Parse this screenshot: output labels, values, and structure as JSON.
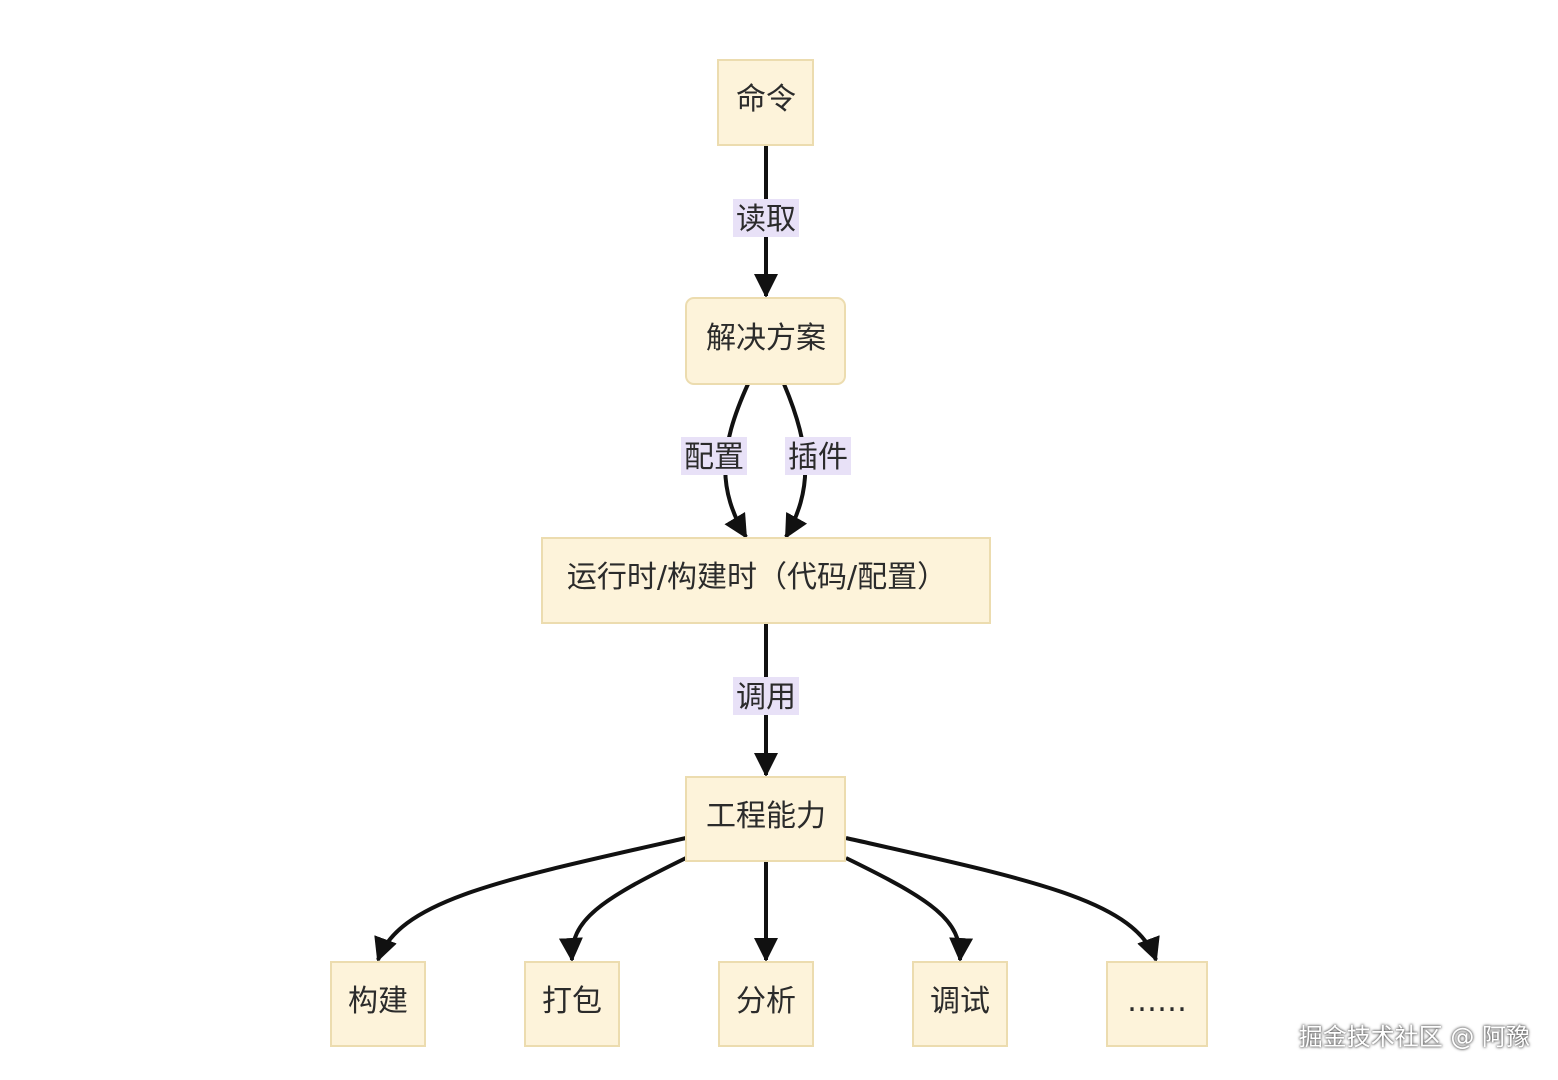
{
  "diagram": {
    "nodes": {
      "command": "命令",
      "solution": "解决方案",
      "runtime": "运行时/构建时（代码/配置）",
      "engineering": "工程能力",
      "build": "构建",
      "package": "打包",
      "analyze": "分析",
      "debug": "调试",
      "more": "……"
    },
    "edges": {
      "read": "读取",
      "config": "配置",
      "plugin": "插件",
      "invoke": "调用"
    }
  },
  "watermark": "掘金技术社区 @ 阿豫",
  "colors": {
    "node_fill": "#fdf3da",
    "node_stroke": "#ecdcaf",
    "edge": "#111111",
    "label_bg": "#e8e1f7",
    "text": "#2b2b2b"
  }
}
